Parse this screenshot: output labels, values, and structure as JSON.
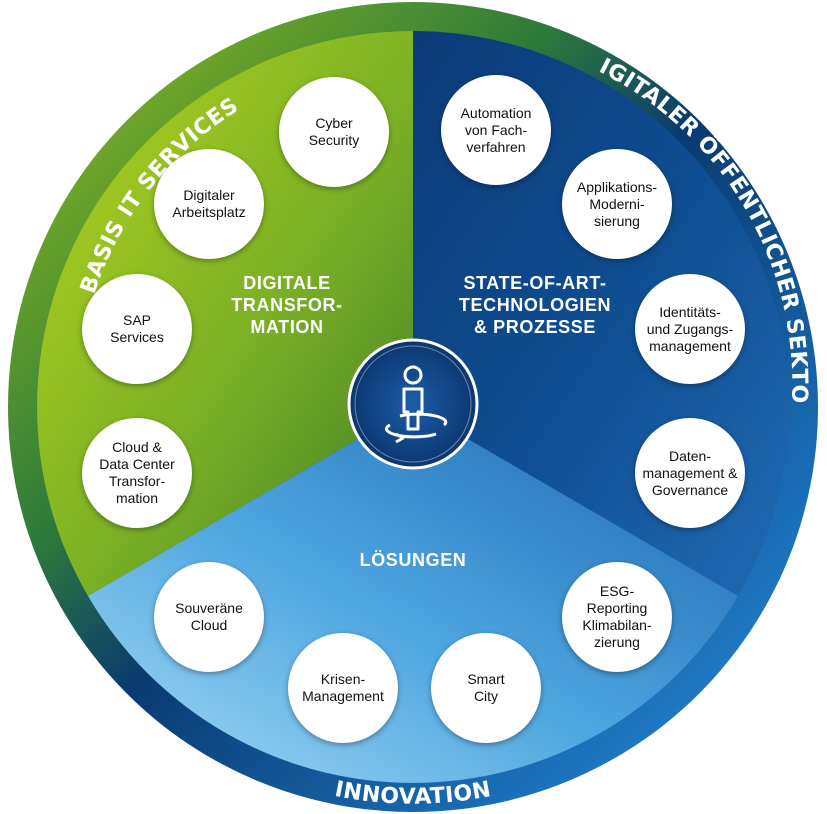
{
  "colors": {
    "green": "#8db825",
    "dark_green": "#4e8a1e",
    "navy": "#0a3a6e",
    "light_blue": "#5fb0e8",
    "sky_blue": "#8ecff2"
  },
  "ring": {
    "top_left": "BASIS IT SERVICES",
    "top_right": "DIGITALER ÖFFENTLICHER SEKTOR",
    "bottom": "INNOVATION"
  },
  "sectors": {
    "green": "DIGITALE\nTRANSFOR-\nMATION",
    "navy": "STATE-OF-ART-\nTECHNOLOGIEN\n& PROZESSE",
    "blue": "LÖSUNGEN"
  },
  "center_icon": "person-rotate-icon",
  "bubbles": [
    {
      "id": "cyber-security",
      "label": "Cyber\nSecurity"
    },
    {
      "id": "digitaler-arbeitsplatz",
      "label": "Digitaler\nArbeitsplatz"
    },
    {
      "id": "sap-services",
      "label": "SAP\nServices"
    },
    {
      "id": "cloud-data-center",
      "label": "Cloud &\nData Center\nTransfor-\nmation"
    },
    {
      "id": "souveraene-cloud",
      "label": "Souveräne\nCloud"
    },
    {
      "id": "krisen-management",
      "label": "Krisen-\nManagement"
    },
    {
      "id": "smart-city",
      "label": "Smart\nCity"
    },
    {
      "id": "esg-reporting",
      "label": "ESG-\nReporting\nKlimabilan-\nzierung"
    },
    {
      "id": "datenmanagement",
      "label": "Daten-\nmanagement &\nGovernance"
    },
    {
      "id": "identitaets-management",
      "label": "Identitäts-\nund Zugangs-\nmanagement"
    },
    {
      "id": "applikations-modernisierung",
      "label": "Applikations-\nModerni-\nsierung"
    },
    {
      "id": "automation",
      "label": "Automation\nvon Fach-\nverfahren"
    }
  ]
}
